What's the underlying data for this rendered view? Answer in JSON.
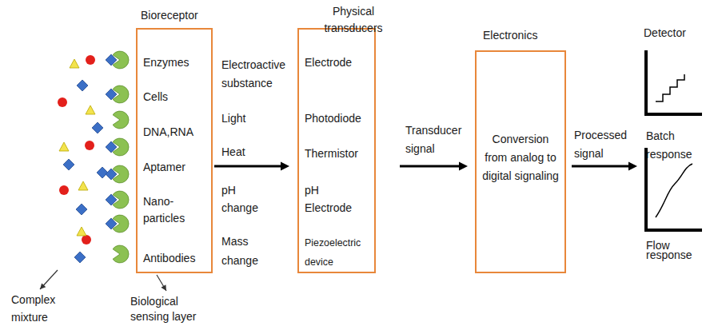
{
  "diagram": {
    "nodes": [
      {
        "text": [
          "Bioreceptor",
          "Enzymes",
          "Cells",
          "DNA,RNA",
          "Aptamer",
          "Nano-particles",
          "Antibodies"
        ]
      },
      {
        "text": [
          "Physical transducers",
          "Electrode",
          "Photodiode",
          "Thermistor",
          "pH Electrode",
          "Piezoelectric device"
        ]
      },
      {
        "text": [
          "Electronics",
          "Conversion from analog to digital signaling"
        ]
      },
      {
        "text": [
          "Detector"
        ]
      },
      {
        "text": [
          "Batch response"
        ],
        "in": 3
      },
      {
        "text": [
          "Flow response"
        ],
        "in": 3
      }
    ],
    "edges": [
      {
        "from": 0,
        "to": 1,
        "arrow": "to"
      },
      {
        "from": 1,
        "to": 2,
        "label": "Transducer signal",
        "arrow": "to"
      },
      {
        "from": 2,
        "to": 3,
        "label": "Processed signal",
        "arrow": "to"
      }
    ],
    "labels": [
      "Electroactive substance",
      "Light",
      "Heat",
      "pH change",
      "Mass change",
      "Complex mixture",
      "Biological sensing layer"
    ]
  }
}
